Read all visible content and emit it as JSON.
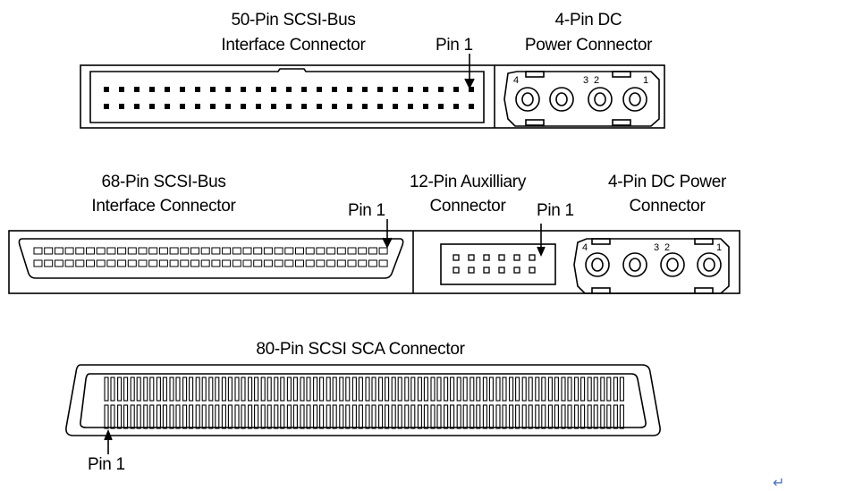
{
  "diagram": {
    "top": {
      "scsi50_label_line1": "50-Pin SCSI-Bus",
      "scsi50_label_line2": "Interface Connector",
      "pin1_label": "Pin 1",
      "power_label_line1": "4-Pin DC",
      "power_label_line2": "Power Connector",
      "power_pin_numbers": [
        "4",
        "3",
        "2",
        "1"
      ]
    },
    "middle": {
      "scsi68_label_line1": "68-Pin SCSI-Bus",
      "scsi68_label_line2": "Interface Connector",
      "pin1_label_a": "Pin 1",
      "aux_label_line1": "12-Pin Auxilliary",
      "aux_label_line2": "Connector",
      "pin1_label_b": "Pin 1",
      "power_label_line1": "4-Pin DC Power",
      "power_label_line2": "Connector",
      "power_pin_numbers": [
        "4",
        "3",
        "2",
        "1"
      ]
    },
    "bottom": {
      "sca80_label": "80-Pin SCSI SCA Connector",
      "pin1_label": "Pin 1"
    }
  },
  "colors": {
    "line": "#000000",
    "background": "#ffffff",
    "return_mark": "#4a6fc4"
  },
  "icons": {
    "return_mark": "return-arrow-icon"
  }
}
